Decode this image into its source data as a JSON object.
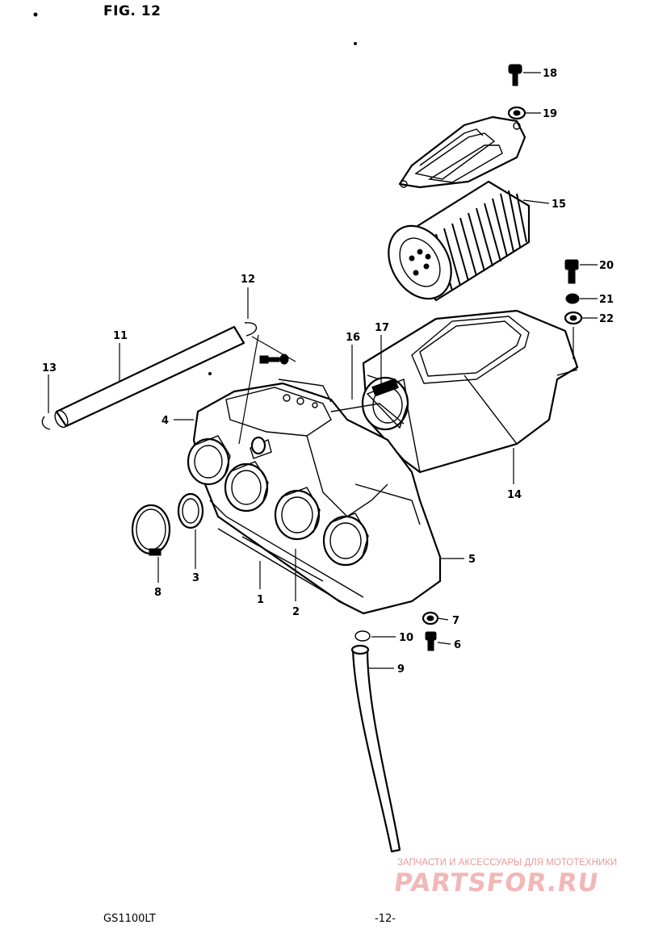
{
  "figure": {
    "title": "FIG. 12",
    "model": "GS1100LT",
    "page": "-12-"
  },
  "watermark": {
    "caption": "ЗАПЧАСТИ И АКСЕССУАРЫ ДЛЯ МОТОТЕХНИКИ",
    "logo": "PARTSFOR.RU"
  },
  "parts": [
    {
      "id": "1",
      "label": "1"
    },
    {
      "id": "2",
      "label": "2"
    },
    {
      "id": "3",
      "label": "3"
    },
    {
      "id": "4",
      "label": "4"
    },
    {
      "id": "5",
      "label": "5"
    },
    {
      "id": "6",
      "label": "6"
    },
    {
      "id": "7",
      "label": "7"
    },
    {
      "id": "8",
      "label": "8"
    },
    {
      "id": "9",
      "label": "9"
    },
    {
      "id": "10",
      "label": "10"
    },
    {
      "id": "11",
      "label": "11"
    },
    {
      "id": "12",
      "label": "12"
    },
    {
      "id": "13",
      "label": "13"
    },
    {
      "id": "14",
      "label": "14"
    },
    {
      "id": "15",
      "label": "15"
    },
    {
      "id": "16",
      "label": "16"
    },
    {
      "id": "17",
      "label": "17"
    },
    {
      "id": "18",
      "label": "18"
    },
    {
      "id": "19",
      "label": "19"
    },
    {
      "id": "20",
      "label": "20"
    },
    {
      "id": "21",
      "label": "21"
    },
    {
      "id": "22",
      "label": "22"
    }
  ]
}
